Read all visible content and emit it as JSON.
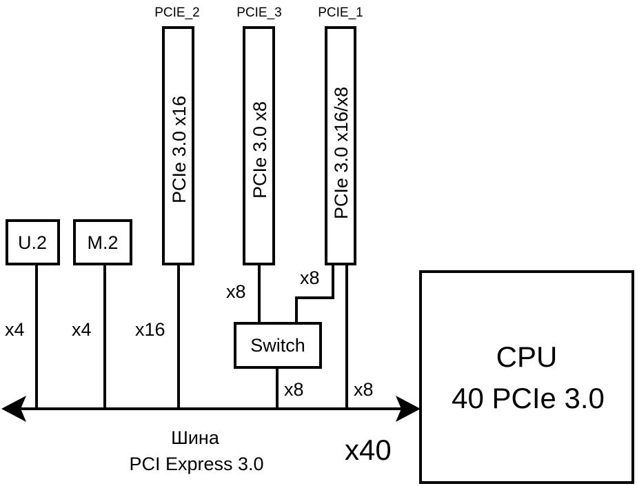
{
  "slots": [
    {
      "name": "PCIE_2",
      "label": "PCIe 3.0 x16",
      "link": "x16"
    },
    {
      "name": "PCIE_3",
      "label": "PCIe 3.0 x8",
      "link": "x8"
    },
    {
      "name": "PCIE_1",
      "label": "PCIe 3.0 x16/x8",
      "link": "x8"
    }
  ],
  "devices": [
    {
      "label": "U.2",
      "link": "x4"
    },
    {
      "label": "M.2",
      "link": "x4"
    }
  ],
  "switch": {
    "label": "Switch",
    "uplink": "x8"
  },
  "cpu_direct_link": "x8",
  "cpu": {
    "line1": "CPU",
    "line2": "40 PCIe 3.0"
  },
  "bus": {
    "line1": "Шина",
    "line2": "PCI Express 3.0",
    "width": "x40"
  }
}
